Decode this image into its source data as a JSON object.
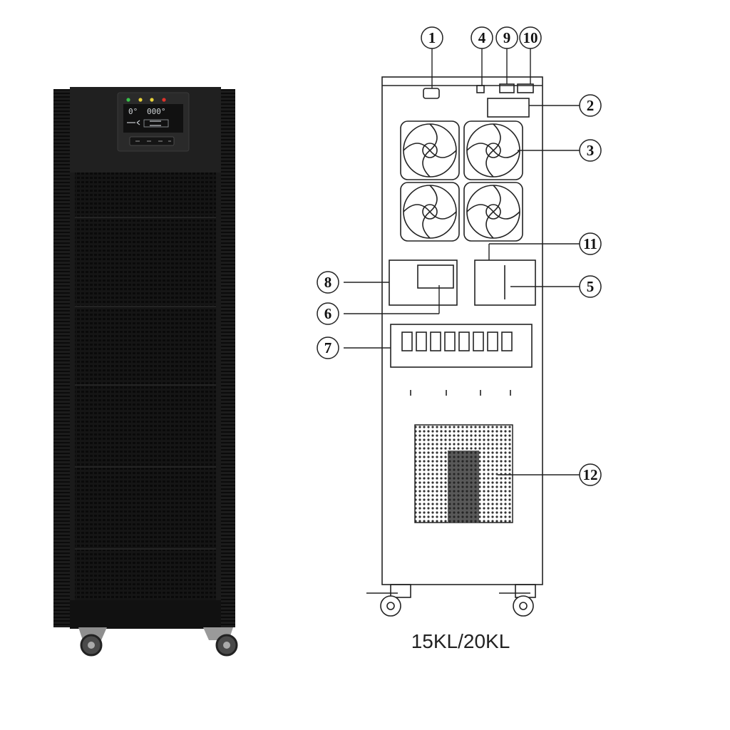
{
  "front_panel": {
    "lcd_left_value": "0°",
    "lcd_right_value": "000°",
    "indicator_colors": [
      "#39c24a",
      "#e8d23a",
      "#e8d23a",
      "#e0322a"
    ]
  },
  "rear_panel": {
    "caption": "15KL/20KL",
    "callouts": [
      {
        "id": "callout-1",
        "label": "1"
      },
      {
        "id": "callout-4",
        "label": "4"
      },
      {
        "id": "callout-9",
        "label": "9"
      },
      {
        "id": "callout-10",
        "label": "10"
      },
      {
        "id": "callout-2",
        "label": "2"
      },
      {
        "id": "callout-3",
        "label": "3"
      },
      {
        "id": "callout-11",
        "label": "11"
      },
      {
        "id": "callout-8",
        "label": "8"
      },
      {
        "id": "callout-5",
        "label": "5"
      },
      {
        "id": "callout-6",
        "label": "6"
      },
      {
        "id": "callout-7",
        "label": "7"
      },
      {
        "id": "callout-12",
        "label": "12"
      }
    ]
  }
}
